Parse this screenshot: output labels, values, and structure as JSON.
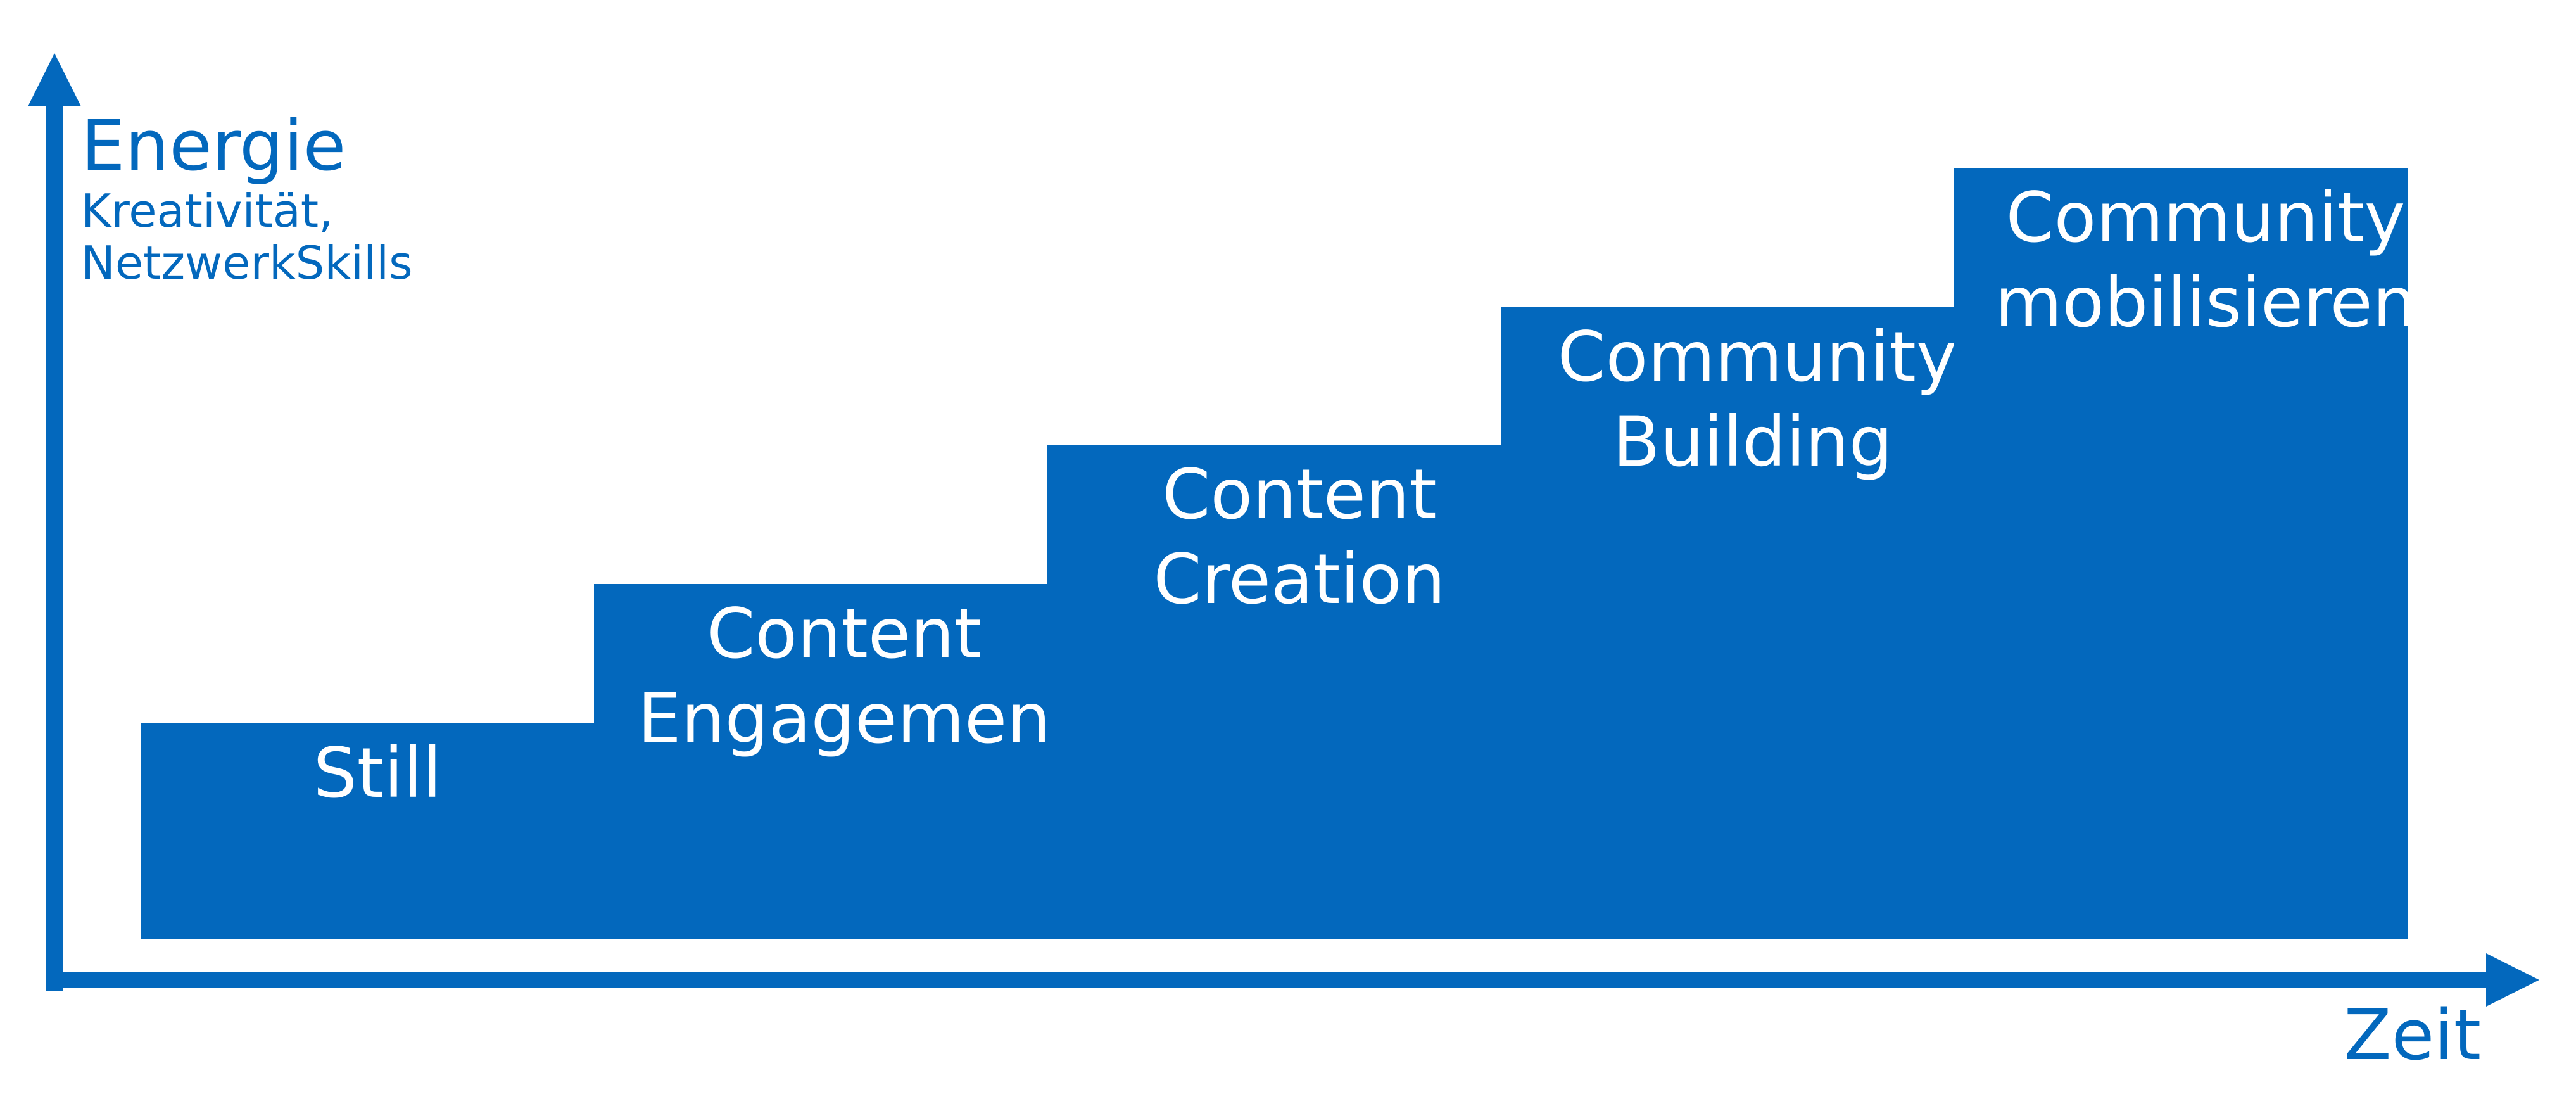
{
  "colors": {
    "primary": "#0368bd",
    "background": "#ffffff",
    "label_text": "#ffffff"
  },
  "y_axis": {
    "title": "Energie",
    "subtitle_line1": "Kreativität,",
    "subtitle_line2": "NetzwerkSkills"
  },
  "x_axis": {
    "title": "Zeit"
  },
  "steps": [
    {
      "level": 1,
      "line1": "Still",
      "line2": ""
    },
    {
      "level": 2,
      "line1": "Content",
      "line2": "Engagemen"
    },
    {
      "level": 3,
      "line1": "Content",
      "line2": "Creation"
    },
    {
      "level": 4,
      "line1": "Community",
      "line2": "Building"
    },
    {
      "level": 5,
      "line1": "Community",
      "line2": "mobilisieren"
    }
  ]
}
